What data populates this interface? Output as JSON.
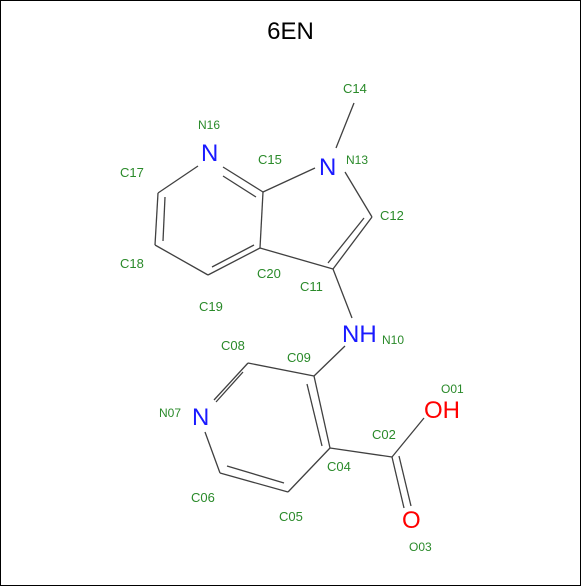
{
  "title": "6EN",
  "colors": {
    "carbon_label": "#2a8a2a",
    "bond": "#404040",
    "nitrogen": "#1a1aff",
    "oxygen": "#ff0000"
  },
  "heteroatoms": [
    {
      "symbol": "N",
      "label": "N16"
    },
    {
      "symbol": "N",
      "label": "N13"
    },
    {
      "symbol": "NH",
      "label": "N10"
    },
    {
      "symbol": "N",
      "label": "N07"
    },
    {
      "symbol": "OH",
      "label": "O01"
    },
    {
      "symbol": "O",
      "label": "O03"
    }
  ],
  "carbon_labels": [
    "C14",
    "C15",
    "C17",
    "C12",
    "C18",
    "C20",
    "C11",
    "C19",
    "C08",
    "C09",
    "C02",
    "C04",
    "C06",
    "C05"
  ]
}
